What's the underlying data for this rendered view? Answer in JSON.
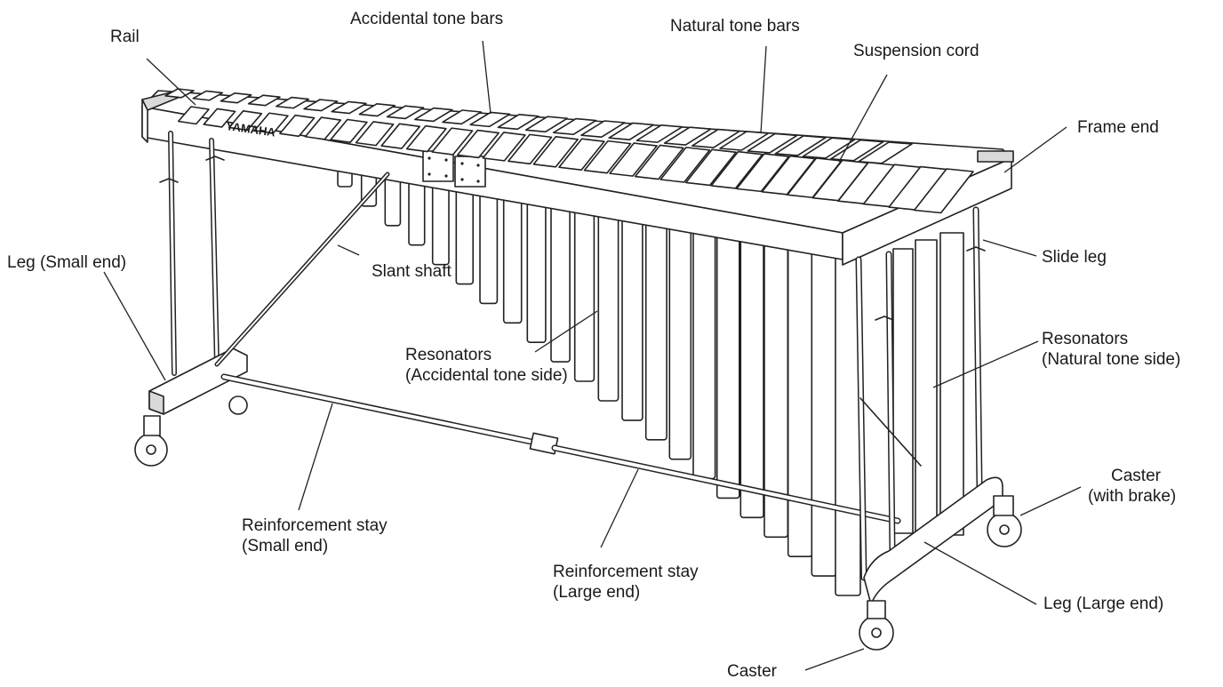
{
  "brand": "YAMAHA",
  "labels": {
    "rail": "Rail",
    "accidental_bars": "Accidental tone bars",
    "natural_bars": "Natural tone bars",
    "suspension_cord": "Suspension cord",
    "frame_end": "Frame end",
    "leg_small": "Leg (Small end)",
    "slant_shaft": "Slant shaft",
    "slide_leg": "Slide leg",
    "resonators_acc_1": "Resonators",
    "resonators_acc_2": "(Accidental tone side)",
    "resonators_nat_1": "Resonators",
    "resonators_nat_2": "(Natural tone side)",
    "caster_brake_1": "Caster",
    "caster_brake_2": "(with brake)",
    "stay_small_1": "Reinforcement stay",
    "stay_small_2": "(Small end)",
    "stay_large_1": "Reinforcement stay",
    "stay_large_2": "(Large end)",
    "leg_large": "Leg (Large end)",
    "caster": "Caster"
  }
}
